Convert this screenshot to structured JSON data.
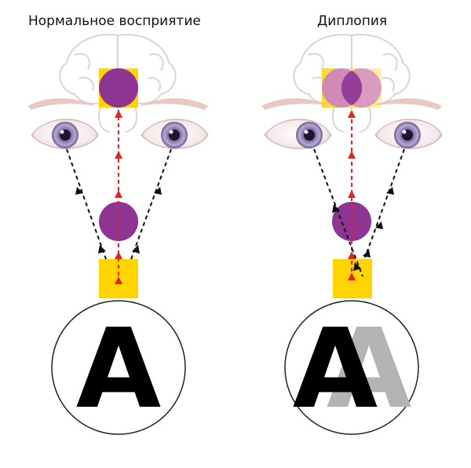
{
  "panels": {
    "normal": {
      "title": "Нормальное восприятие",
      "result_letter": "A"
    },
    "diplopia": {
      "title": "Диплопия",
      "result_letter": "A",
      "ghost_letter": "A"
    }
  },
  "colors": {
    "purple": "#8e3593",
    "purple_light": "#cc7fc8",
    "yellow": "#ffd400",
    "red_path": "#e52221",
    "black_path": "#111111",
    "ghost": "#b3b3b3",
    "brain": "#d9d9d9"
  }
}
